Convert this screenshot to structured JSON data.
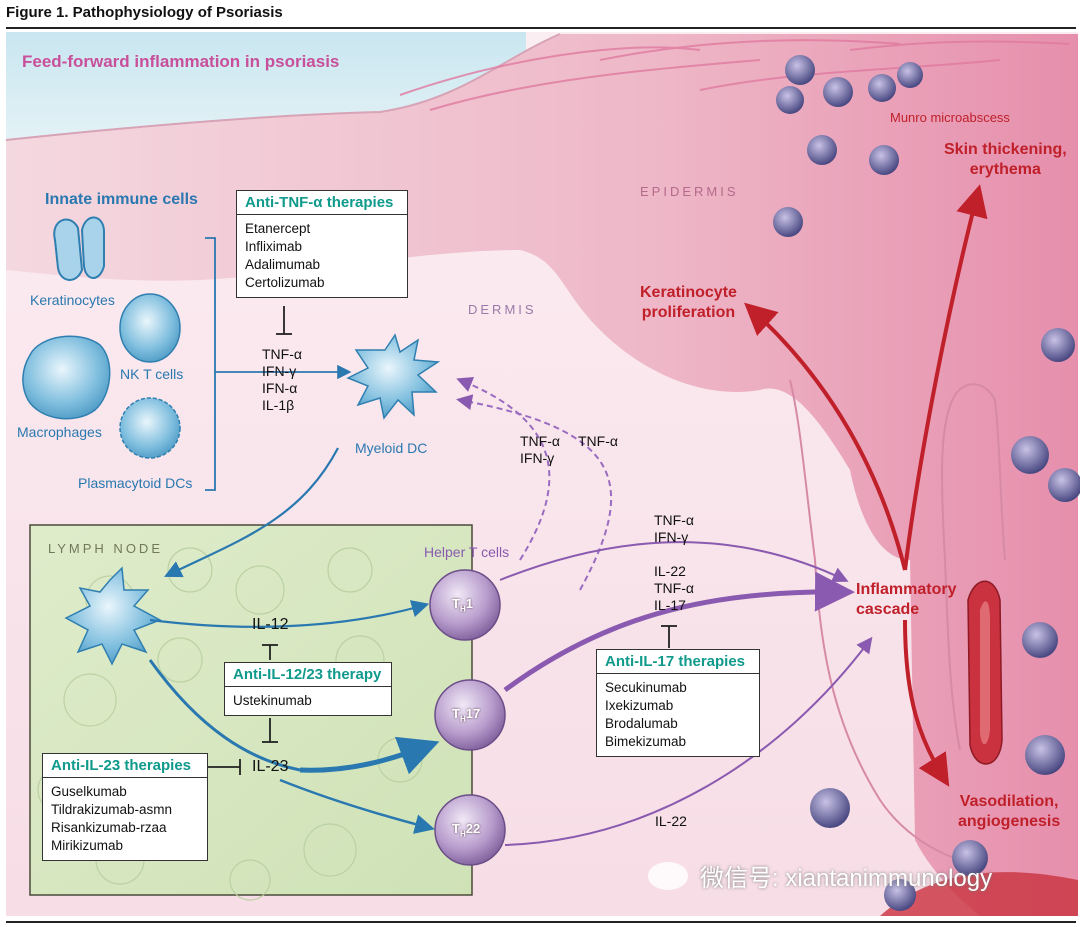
{
  "figure_title": "Figure 1. Pathophysiology of Psoriasis",
  "main_title": "Feed-forward inflammation in psoriasis",
  "regions": {
    "epidermis": "EPIDERMIS",
    "dermis": "DERMIS",
    "lymph_node": "LYMPH NODE"
  },
  "innate": {
    "heading": "Innate immune cells",
    "keratinocytes": "Keratinocytes",
    "nk_t": "NK T cells",
    "macrophages": "Macrophages",
    "pdc": "Plasmacytoid DCs"
  },
  "innate_cytokines": [
    "TNF-α",
    "IFN-γ",
    "IFN-α",
    "IL-1β"
  ],
  "myeloid_dc": "Myeloid DC",
  "helper_t": "Helper T cells",
  "tcells": {
    "th1_main": "T",
    "th1_sub": "H",
    "th1_num": "1",
    "th17_num": "17",
    "th22_num": "22"
  },
  "feedback": {
    "left": [
      "TNF-α",
      "IFN-γ"
    ],
    "right": "TNF-α"
  },
  "il12": "IL-12",
  "il23": "IL-23",
  "th1_out": [
    "TNF-α",
    "IFN-γ"
  ],
  "th17_out": [
    "IL-22",
    "TNF-α",
    "IL-17"
  ],
  "th22_out": "IL-22",
  "cascade": [
    "Inflammatory",
    "cascade"
  ],
  "outcomes": {
    "munro": "Munro microabscess",
    "skin": [
      "Skin thickening,",
      "erythema"
    ],
    "kc": [
      "Keratinocyte",
      "proliferation"
    ],
    "vaso": [
      "Vasodilation,",
      "angiogenesis"
    ]
  },
  "therapies": {
    "tnf": {
      "title": "Anti-TNF-α therapies",
      "drugs": [
        "Etanercept",
        "Infliximab",
        "Adalimumab",
        "Certolizumab"
      ]
    },
    "il1223": {
      "title": "Anti-IL-12/23 therapy",
      "drugs": [
        "Ustekinumab"
      ]
    },
    "il23": {
      "title": "Anti-IL-23 therapies",
      "drugs": [
        "Guselkumab",
        "Tildrakizumab-asmn",
        "Risankizumab-rzaa",
        "Mirikizumab"
      ]
    },
    "il17": {
      "title": "Anti-IL-17 therapies",
      "drugs": [
        "Secukinumab",
        "Ixekizumab",
        "Brodalumab",
        "Bimekizumab"
      ]
    }
  },
  "watermark": "微信号: xiantanimmunology",
  "colors": {
    "teal": "#0f9a8c",
    "blue": "#2a78b0",
    "purple": "#8a5ab0",
    "red": "#c0202a",
    "pink": "#c8509a"
  }
}
